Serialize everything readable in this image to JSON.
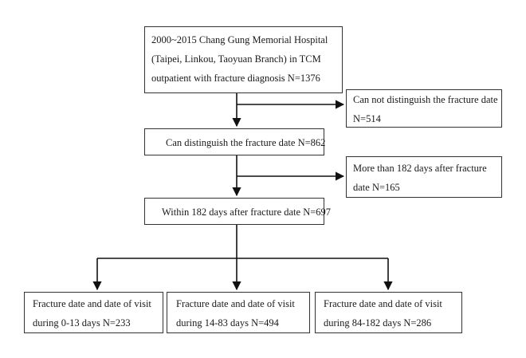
{
  "flowchart": {
    "start": {
      "lines": [
        "2000~2015 Chang Gung Memorial Hospital",
        "(Taipei, Linkou, Taoyuan Branch) in TCM",
        "outpatient with fracture diagnosis N=1376"
      ]
    },
    "excluded_1": {
      "lines": [
        "Can not distinguish the fracture date",
        "N=514"
      ]
    },
    "step_2": {
      "lines": [
        "Can distinguish the fracture date N=862"
      ]
    },
    "excluded_2": {
      "lines": [
        "More than 182 days after fracture",
        "date N=165"
      ]
    },
    "step_3": {
      "lines": [
        "Within 182 days after fracture date N=697"
      ]
    },
    "groups": [
      {
        "lines": [
          "Fracture date and date of visit",
          "during 0-13 days N=233"
        ]
      },
      {
        "lines": [
          "Fracture date and date of visit",
          "during 14-83 days N=494"
        ]
      },
      {
        "lines": [
          "Fracture date and date of visit",
          "during 84-182 days N=286"
        ]
      }
    ]
  }
}
